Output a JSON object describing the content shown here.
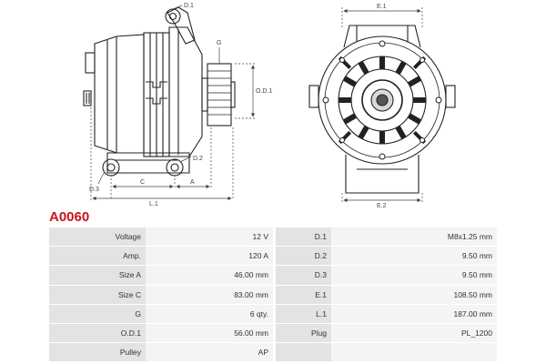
{
  "part_number": "A0060",
  "drawing": {
    "dimension_labels": {
      "d1": "D.1",
      "g": "G",
      "od1": "O.D.1",
      "d2": "D.2",
      "d3": "D.3",
      "c": "C",
      "a": "A",
      "l1": "L.1",
      "e1": "E.1",
      "e2": "E.2"
    }
  },
  "specs": {
    "rows": [
      {
        "l_label": "Voltage",
        "l_value": "12 V",
        "r_label": "D.1",
        "r_value": "M8x1.25 mm"
      },
      {
        "l_label": "Amp.",
        "l_value": "120 A",
        "r_label": "D.2",
        "r_value": "9.50 mm"
      },
      {
        "l_label": "Size A",
        "l_value": "46.00 mm",
        "r_label": "D.3",
        "r_value": "9.50 mm"
      },
      {
        "l_label": "Size C",
        "l_value": "83.00 mm",
        "r_label": "E.1",
        "r_value": "108.50 mm"
      },
      {
        "l_label": "G",
        "l_value": "6 qty.",
        "r_label": "L.1",
        "r_value": "187.00 mm"
      },
      {
        "l_label": "O.D.1",
        "l_value": "56.00 mm",
        "r_label": "Plug",
        "r_value": "PL_1200"
      },
      {
        "l_label": "Pulley",
        "l_value": "AP",
        "r_label": "",
        "r_value": ""
      }
    ]
  }
}
